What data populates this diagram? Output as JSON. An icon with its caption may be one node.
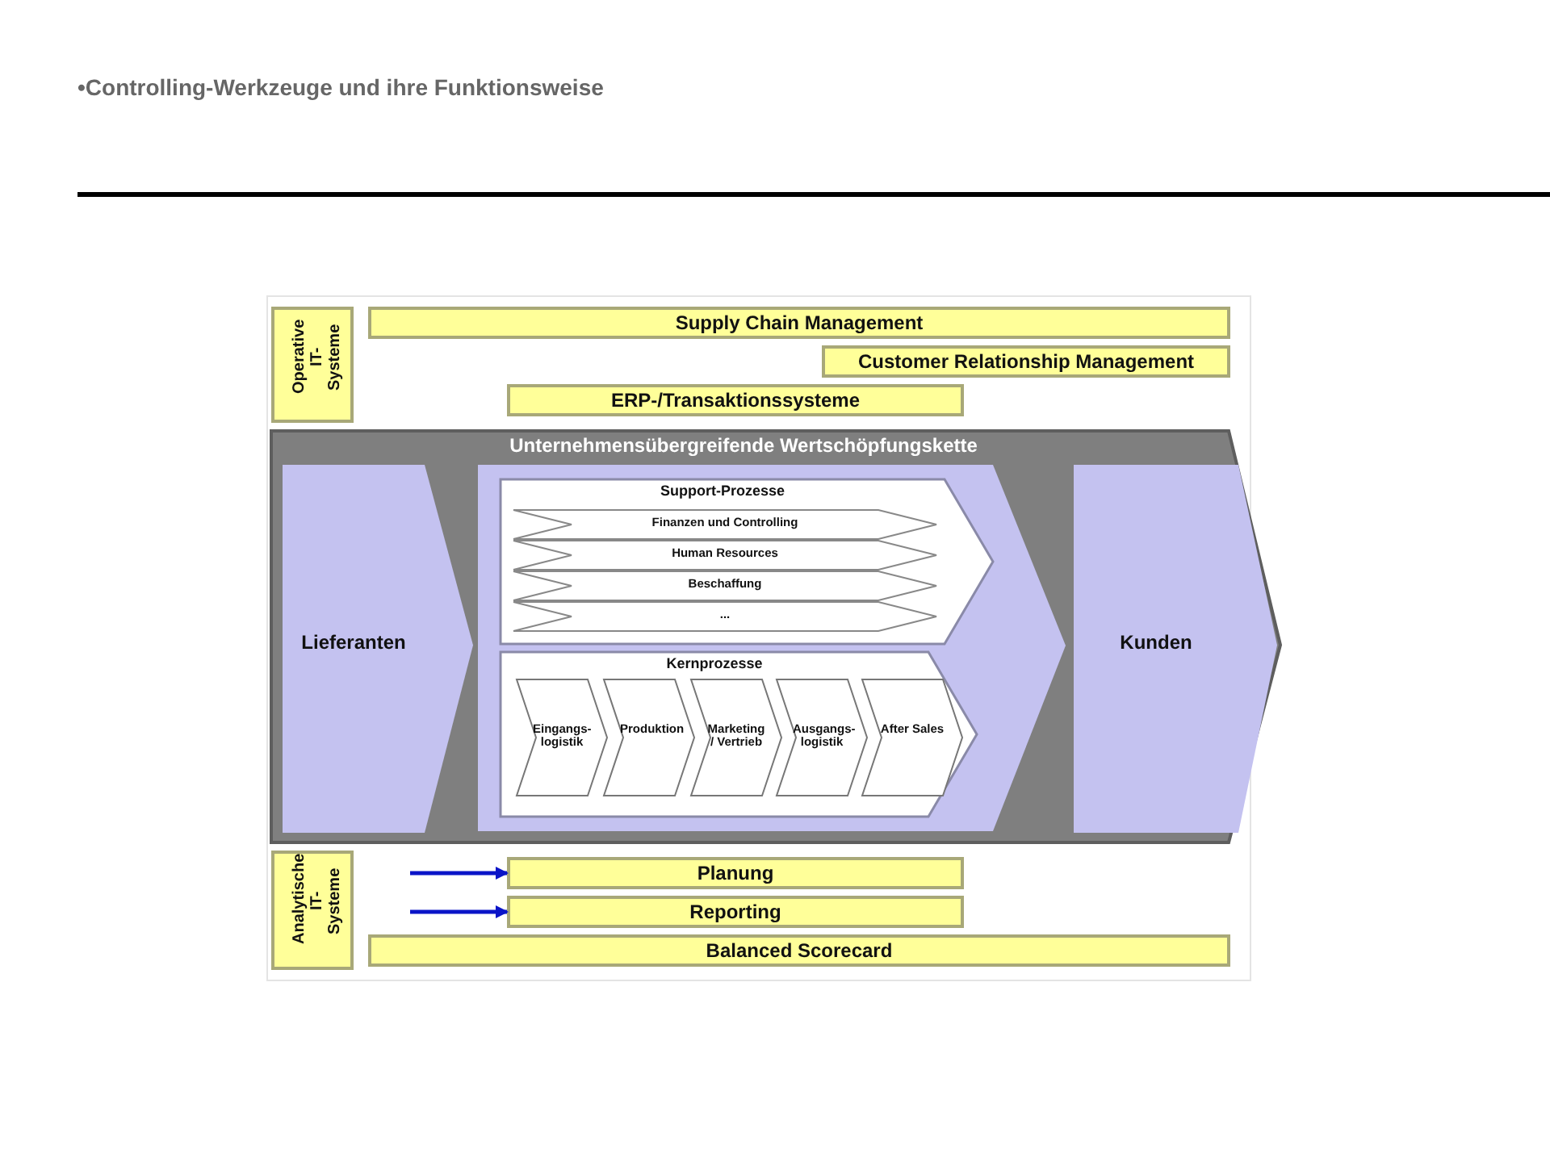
{
  "diagram": {
    "title": "•Controlling-Werkzeuge und ihre Funktionsweise",
    "nodes": [
      {
        "text": [
          "Operative IT- Systeme"
        ]
      },
      {
        "text": [
          "Supply Chain Management"
        ]
      },
      {
        "text": [
          "Customer Relationship Management"
        ]
      },
      {
        "text": [
          "ERP-/Transaktionssysteme"
        ]
      },
      {
        "text": [
          "Unternehmensübergreifende Wertschöpfungskette"
        ]
      },
      {
        "text": [
          "Lieferanten"
        ],
        "in": 4
      },
      {
        "text": [
          "Support-Prozesse"
        ],
        "in": 4
      },
      {
        "text": [
          "Finanzen und Controlling"
        ],
        "in": 6
      },
      {
        "text": [
          "Human Resources"
        ],
        "in": 6
      },
      {
        "text": [
          "Beschaffung"
        ],
        "in": 6
      },
      {
        "text": [
          "..."
        ],
        "in": 6
      },
      {
        "text": [
          "Kernprozesse"
        ],
        "in": 4
      },
      {
        "text": [
          "Eingangs- logistik"
        ],
        "in": 11
      },
      {
        "text": [
          "Produktion"
        ],
        "in": 11
      },
      {
        "text": [
          "Marketing / Vertrieb"
        ],
        "in": 11
      },
      {
        "text": [
          "Ausgangs- logistik"
        ],
        "in": 11
      },
      {
        "text": [
          "After Sales"
        ],
        "in": 11
      },
      {
        "text": [
          "Kunden"
        ],
        "in": 4
      },
      {
        "text": [
          "Analytische IT- Systeme"
        ]
      },
      {
        "text": [
          "Planung"
        ]
      },
      {
        "text": [
          "Reporting"
        ]
      },
      {
        "text": [
          "Balanced Scorecard"
        ]
      }
    ],
    "edges": [
      {
        "from": null,
        "to": 19,
        "arrow": "to"
      },
      {
        "from": null,
        "to": 20,
        "arrow": "to"
      }
    ]
  }
}
